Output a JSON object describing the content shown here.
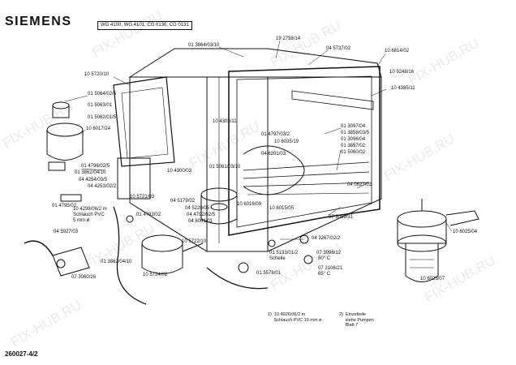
{
  "header": {
    "brand": "SIEMENS",
    "models": "WG 4100, WG 4101, CG 0130, CG 0131"
  },
  "footer": {
    "doc_number": "260027-4/2"
  },
  "watermark": "FIX-HUB.RU",
  "notes": {
    "n1": "1)  10 4926/06/2 m\n     Schlauch PVC 10 mm ø",
    "n2": "2)  Einzelteile\n     siehe Pumpen\n     Blatt 7"
  },
  "labels": [
    "01 3864/03/10",
    "19 2758/14",
    "04 5737/02",
    "10 6814/02",
    "10 9248/16",
    "10 5720/10",
    "10 4385/11",
    "01 5064/02/5",
    "01 5063/01",
    "01 5062/01/5",
    "10 6017/24",
    "10 4303/11",
    "01 3097/04",
    "01 4797/03/2",
    "01 3858/03/5",
    "10 6035/19",
    "01 3096/04",
    "01 3857/02",
    "04 6201/03",
    "01 5060/02",
    "01 5061/03/10",
    "10 4300/03",
    "01 4796/02/5",
    "01 3862/04/10",
    "04 4254/03/5",
    "04 4253/02/2",
    "10 5721/03",
    "04 5179/02",
    "10 6016/09",
    "10 6015/05",
    "04 0627/03",
    "04 5220/05",
    "01 4795/02",
    "01 4793/02",
    "04 4792/02/5",
    "04 6061/01",
    "07 3059/31",
    "10 4298/06/2 m",
    "Schlauch PVC",
    "5 mm ø",
    "04 5927/03",
    "10 5722/10",
    "04 3267/02/2",
    "01 3862/04/10",
    "10 6025/04",
    "01 5133/01/2",
    "Schelle",
    "07 3098/12",
    "80° C",
    "07 2106/21",
    "65° C",
    "07 3060/26",
    "10 5724/02",
    "01 5578/01",
    "10 6023/07"
  ]
}
